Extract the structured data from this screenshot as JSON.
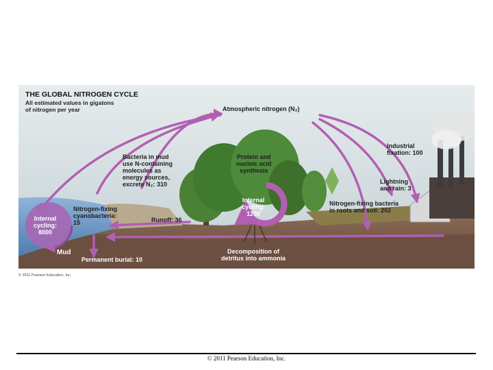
{
  "figure": {
    "title": "THE GLOBAL NITROGEN CYCLE",
    "subtitle": "All estimated values in gigatons\nof nitrogen per year",
    "atmospheric": "Atmospheric nitrogen (N₂)",
    "industrial": "Industrial\nfixation: 100",
    "lightning": "Lightning\nand rain: 3",
    "fixing_bacteria": "Nitrogen-fixing bacteria\nin roots and soil: 202",
    "protein": "Protein and\nnucleic acid\nsynthesis",
    "internal_land": "Internal\ncycling:\n1200",
    "bacteria_mud": "Bacteria in mud\nuse N-containing\nmolecules as\nenergy sources,\nexcrete N₂: 310",
    "cyanobacteria": "Nitrogen-fixing\ncyanobacteria:\n15",
    "internal_ocean": "Internal\ncycling:\n8000",
    "runoff": "Runoff: 36",
    "mud": "Mud",
    "burial": "Permanent burial: 10",
    "decomposition": "Decomposition of\ndetritus into ammonia",
    "copyright": "© 2011 Pearson Education, Inc."
  },
  "footer": {
    "text": "© 2011 Pearson Education, Inc."
  },
  "colors": {
    "arrow": "#b25fb2",
    "sky": "#cfd9dc",
    "ocean": "#6f98c4",
    "soil": "#7a5a4a",
    "tree": "#4d8a3a"
  }
}
